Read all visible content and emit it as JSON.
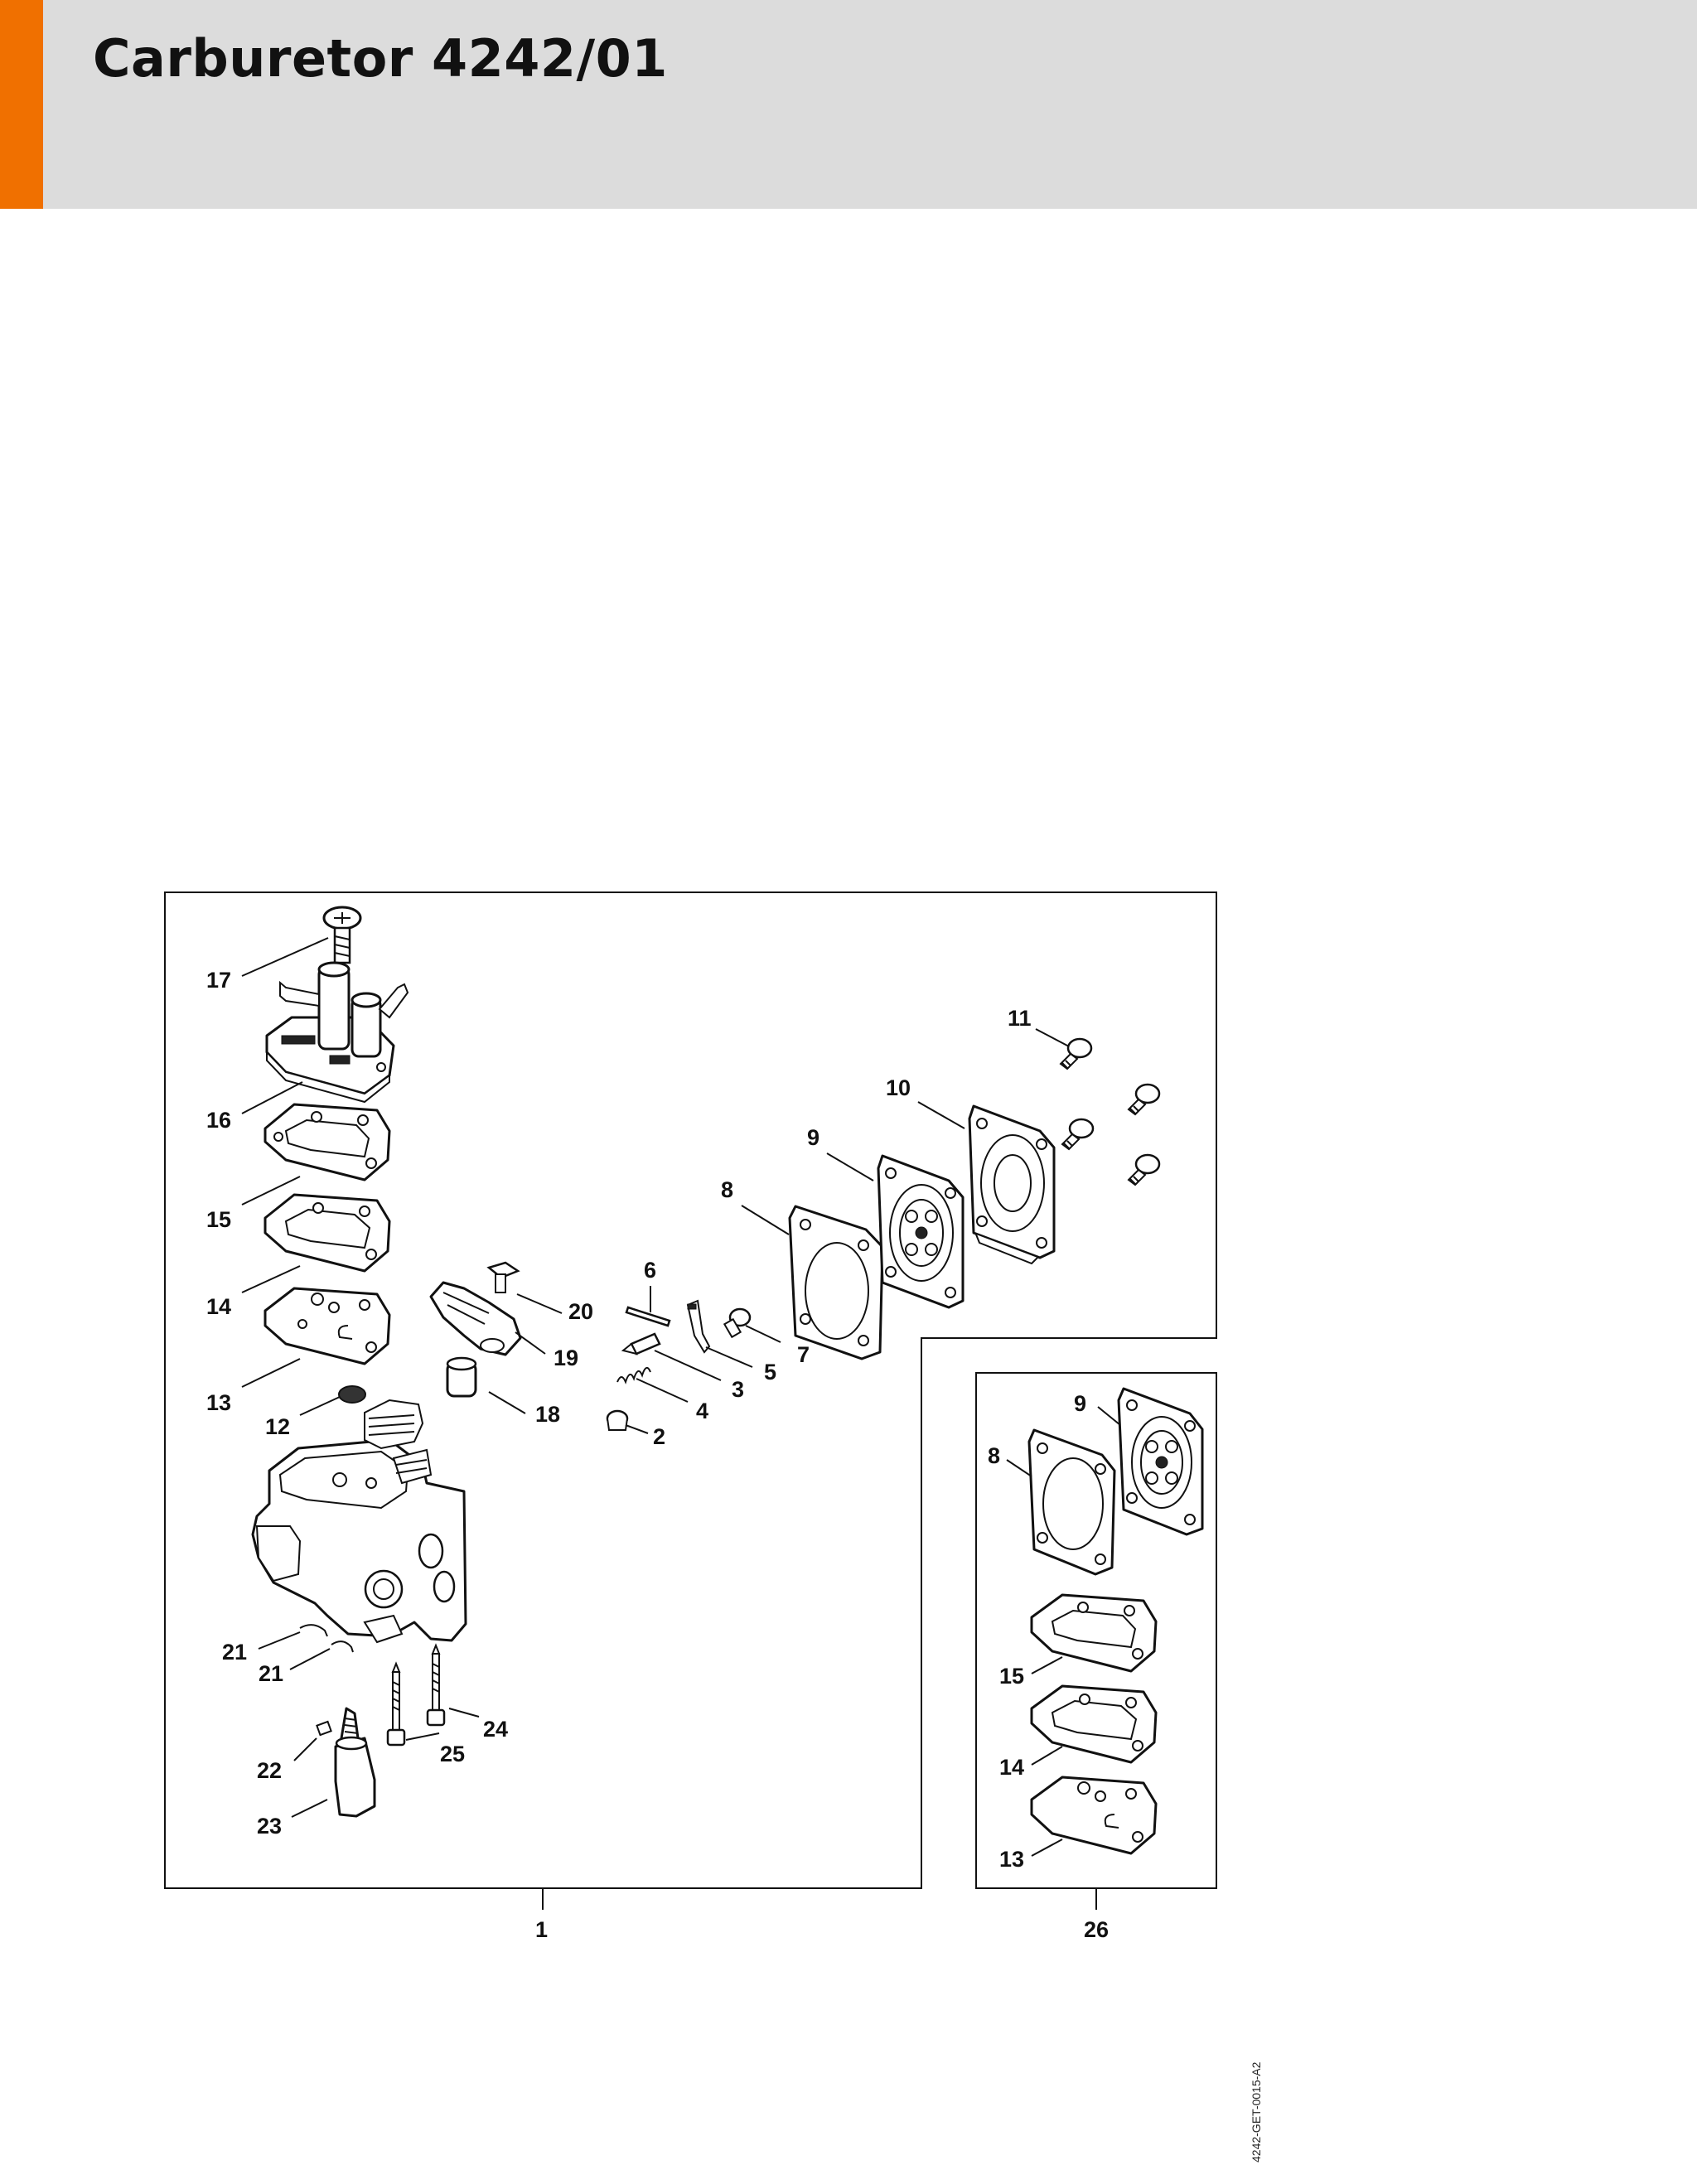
{
  "header": {
    "title": "Carburetor 4242/01",
    "accent_color": "#f07000",
    "background_color": "#dcdcdc"
  },
  "diagram": {
    "callouts": {
      "c1": "1",
      "c2": "2",
      "c3": "3",
      "c4": "4",
      "c5": "5",
      "c6": "6",
      "c7": "7",
      "c8": "8",
      "c9": "9",
      "c10": "10",
      "c11": "11",
      "c12": "12",
      "c13": "13",
      "c14": "14",
      "c15": "15",
      "c16": "16",
      "c17": "17",
      "c18": "18",
      "c19": "19",
      "c20": "20",
      "c21a": "21",
      "c21b": "21",
      "c22": "22",
      "c23": "23",
      "c24": "24",
      "c25": "25",
      "c26": "26",
      "k8": "8",
      "k9": "9",
      "k13": "13",
      "k14": "14",
      "k15": "15"
    }
  },
  "footer": {
    "figure_code": "4242-GET-0015-A2"
  }
}
